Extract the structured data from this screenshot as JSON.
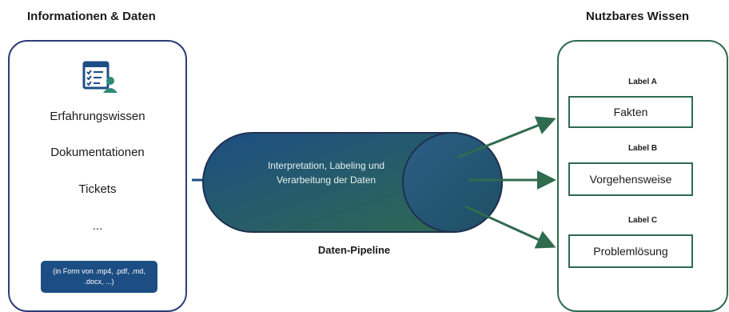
{
  "left": {
    "title": "Informationen & Daten",
    "items": [
      "Erfahrungswissen",
      "Dokumentationen",
      "Tickets",
      "..."
    ],
    "format_note": "(in Form von .mp4, .pdf, .md, .docx, ...)"
  },
  "pipeline": {
    "text": "Interpretation, Labeling und Verarbeitung der Daten",
    "caption": "Daten-Pipeline"
  },
  "right": {
    "title": "Nutzbares Wissen",
    "labels": [
      {
        "label": "Label  A",
        "content": "Fakten"
      },
      {
        "label": "Label B",
        "content": "Vorgehensweise"
      },
      {
        "label": "Label C",
        "content": "Problemlösung"
      }
    ]
  },
  "colors": {
    "left_border": "#2e3d77",
    "right_border": "#2f6b4f",
    "badge": "#1d4e83",
    "pipe_start": "#1d4e83",
    "pipe_end": "#2f6b4f"
  },
  "icons": {
    "source_icon": "checklist-user-icon"
  }
}
